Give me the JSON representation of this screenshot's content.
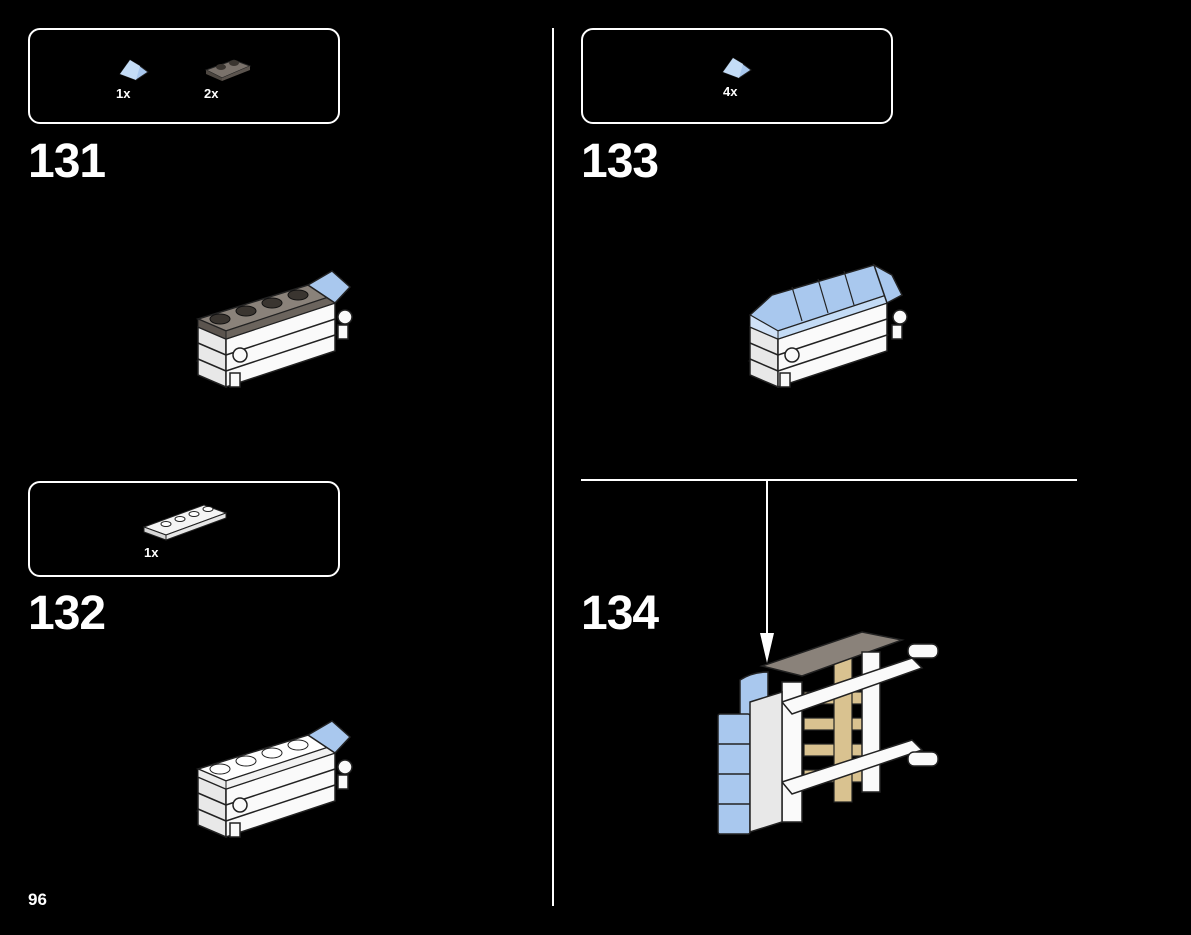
{
  "page_number": "96",
  "steps": [
    {
      "number": "131",
      "parts": [
        {
          "qty": "1x",
          "part": "light-blue-slope"
        },
        {
          "qty": "2x",
          "part": "dark-grey-plate-1x2"
        }
      ]
    },
    {
      "number": "132",
      "parts": [
        {
          "qty": "1x",
          "part": "white-plate-1x4"
        }
      ]
    },
    {
      "number": "133",
      "parts": [
        {
          "qty": "4x",
          "part": "light-blue-slope"
        }
      ]
    },
    {
      "number": "134",
      "parts": []
    }
  ],
  "colors": {
    "background": "#000000",
    "line": "#ffffff",
    "light_blue": "#a9c8ee",
    "dark_grey": "#5b544e",
    "tan": "#d9c290",
    "white_brick": "#f4f4f4"
  }
}
